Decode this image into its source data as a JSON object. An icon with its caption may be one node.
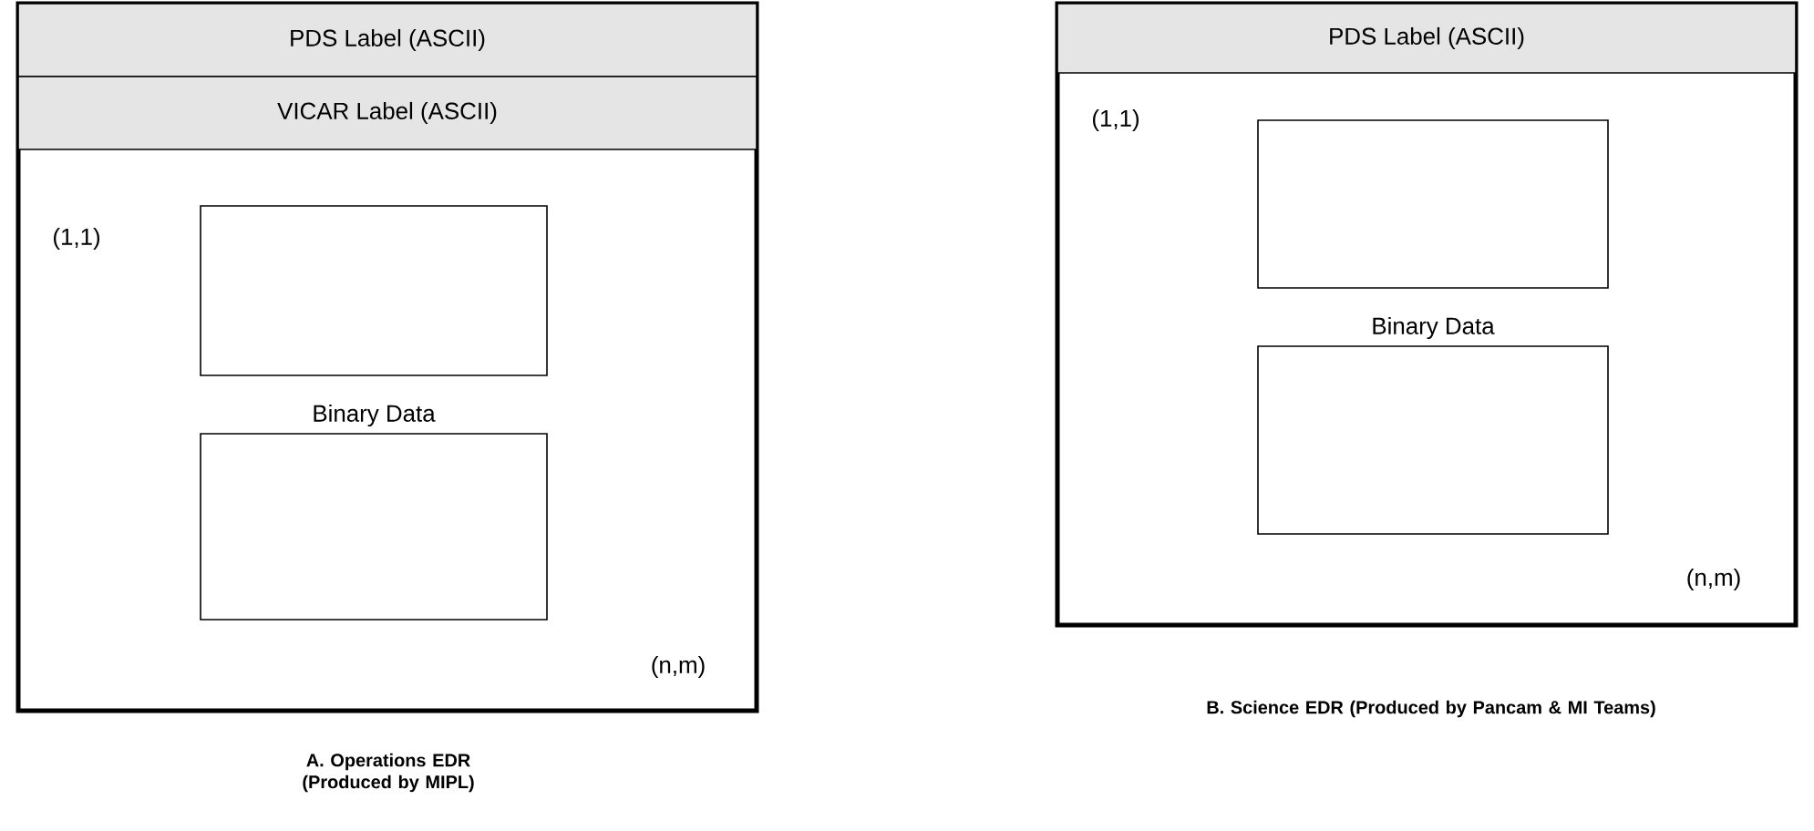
{
  "diagram": {
    "nodes": [
      {
        "text": [
          "(1,1)",
          "Binary Data",
          "(n,m)"
        ]
      },
      {
        "text": [
          "PDS Label (ASCII)"
        ],
        "in": 0
      },
      {
        "text": [
          "VICAR Label (ASCII)"
        ],
        "in": 0
      },
      {
        "text": [],
        "shape": "box",
        "in": 0
      },
      {
        "text": [],
        "shape": "box",
        "in": 0
      },
      {
        "text": [
          "(1,1)",
          "Binary Data",
          "(n,m)"
        ]
      },
      {
        "text": [
          "PDS Label (ASCII)"
        ],
        "in": 5
      },
      {
        "text": [],
        "shape": "box",
        "in": 5
      },
      {
        "text": [],
        "shape": "box",
        "in": 5
      }
    ],
    "labels": [
      "A. Operations EDR (Produced by MIPL)",
      "B. Science EDR (Produced by Pancam & MI Teams)"
    ]
  }
}
